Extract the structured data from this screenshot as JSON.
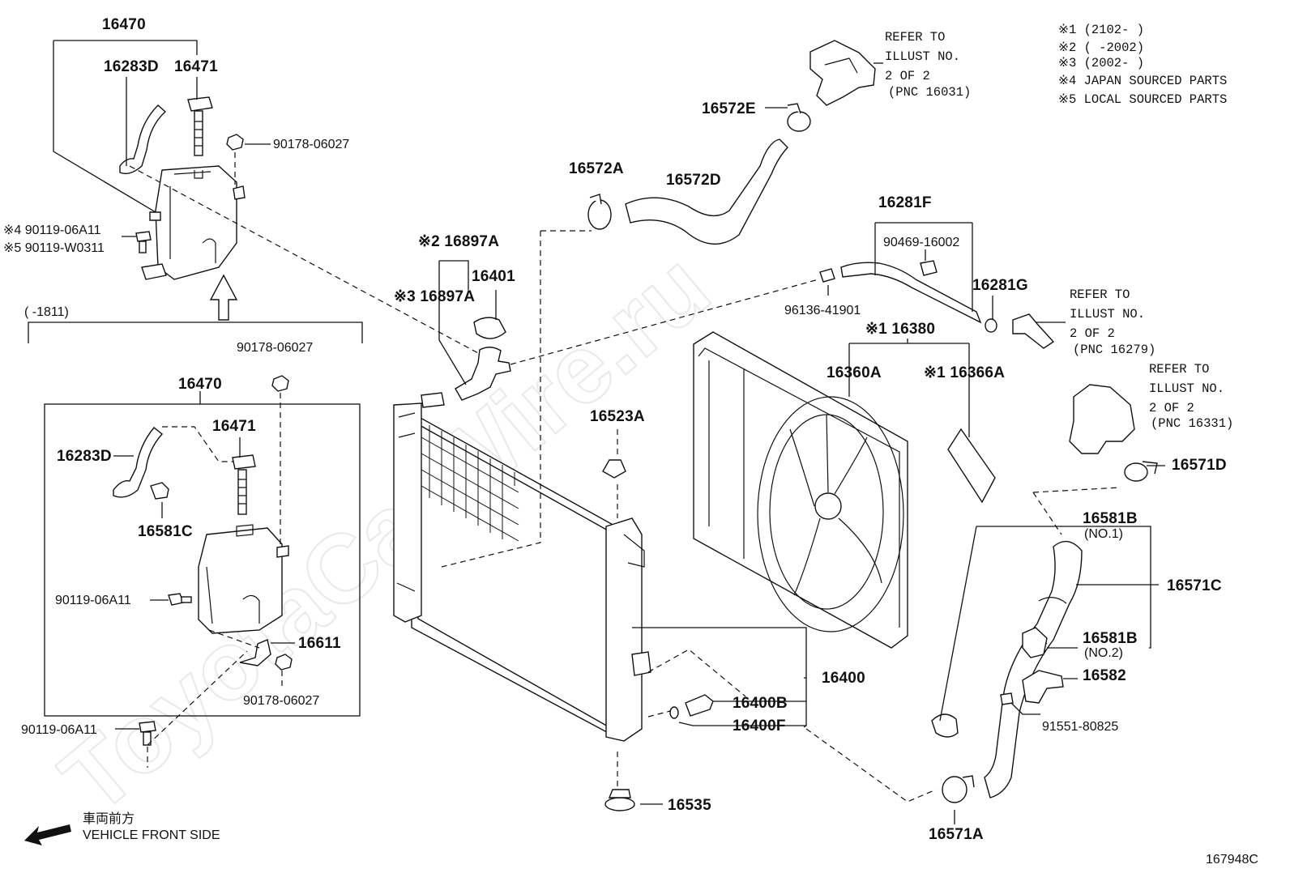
{
  "watermark": "ToyotaCarWire.ru",
  "diagram_code": "167948C",
  "orientation": {
    "jp": "車両前方",
    "en": "VEHICLE FRONT SIDE"
  },
  "notes": {
    "n1": "※1 (2102-     )",
    "n2": "※2 (     -2002)",
    "n3": "※3 (2002-     )",
    "n4": "※4 JAPAN SOURCED PARTS",
    "n5": "※5 LOCAL SOURCED PARTS"
  },
  "refs": {
    "r16031": [
      "REFER TO",
      "ILLUST NO.",
      "2 OF 2",
      "(PNC 16031)"
    ],
    "r16279": [
      "REFER TO",
      "ILLUST NO.",
      "2 OF 2",
      "(PNC 16279)"
    ],
    "r16331": [
      "REFER TO",
      "ILLUST NO.",
      "2 OF 2",
      "(PNC 16331)"
    ]
  },
  "inset_label": "(     -1811)",
  "labels": {
    "p16470_top": "16470",
    "p16283D_top": "16283D",
    "p16471_top": "16471",
    "p90178_top": "90178-06027",
    "p90119_06A11_top": "※4 90119-06A11",
    "p90119_W0311": "※5 90119-W0311",
    "p90178_inset_top": "90178-06027",
    "p16470_inset": "16470",
    "p16471_inset": "16471",
    "p16283D_inset": "16283D",
    "p16581C": "16581C",
    "p90119_06A11_inset": "90119-06A11",
    "p16611": "16611",
    "p90178_inset_bot": "90178-06027",
    "p90119_06A11_bot": "90119-06A11",
    "p16897A_2": "※2 16897A",
    "p16401": "16401",
    "p16897A_3": "※3 16897A",
    "p16572E": "16572E",
    "p16572A": "16572A",
    "p16572D": "16572D",
    "p16281F": "16281F",
    "p90469": "90469-16002",
    "p16281G": "16281G",
    "p96136": "96136-41901",
    "p16380": "※1 16380",
    "p16360A": "16360A",
    "p16366A": "※1 16366A",
    "p16523A": "16523A",
    "p16571D": "16571D",
    "p16581B_1": "16581B",
    "p16581B_1_sub": "(NO.1)",
    "p16571C": "16571C",
    "p16581B_2": "16581B",
    "p16581B_2_sub": "(NO.2)",
    "p16582": "16582",
    "p91551": "91551-80825",
    "p16400": "16400",
    "p16400B": "16400B",
    "p16400F": "16400F",
    "p16535": "16535",
    "p16571A": "16571A"
  }
}
